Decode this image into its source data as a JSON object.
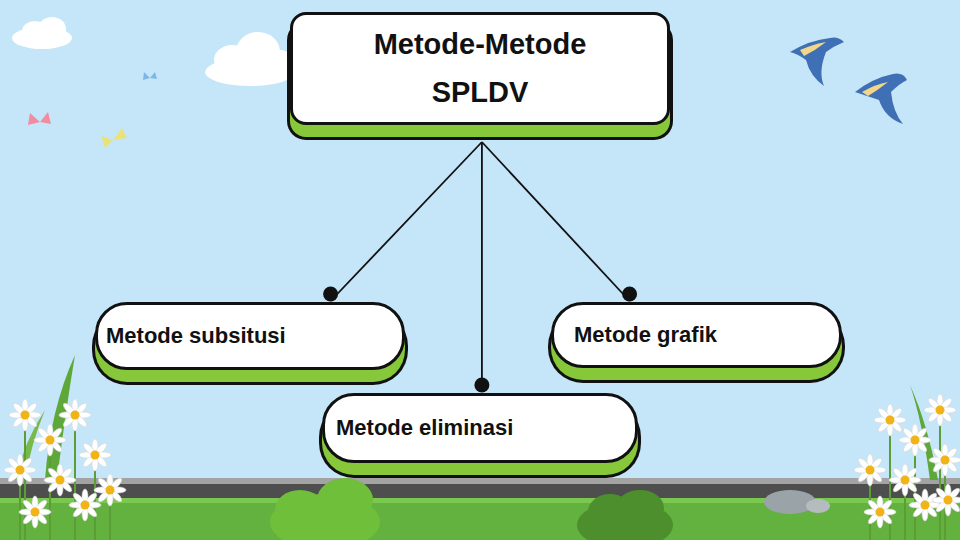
{
  "diagram": {
    "nodes": [
      {
        "text": [
          "Metode-Metode SPLDV"
        ]
      },
      {
        "text": [
          "Metode subsitusi"
        ]
      },
      {
        "text": [
          "Metode grafik"
        ]
      },
      {
        "text": [
          "Metode eliminasi"
        ]
      }
    ],
    "edges": [
      {
        "from": 0,
        "to": 1,
        "arrow": "none"
      },
      {
        "from": 0,
        "to": 2,
        "arrow": "none"
      },
      {
        "from": 0,
        "to": 3,
        "arrow": "none"
      }
    ]
  }
}
